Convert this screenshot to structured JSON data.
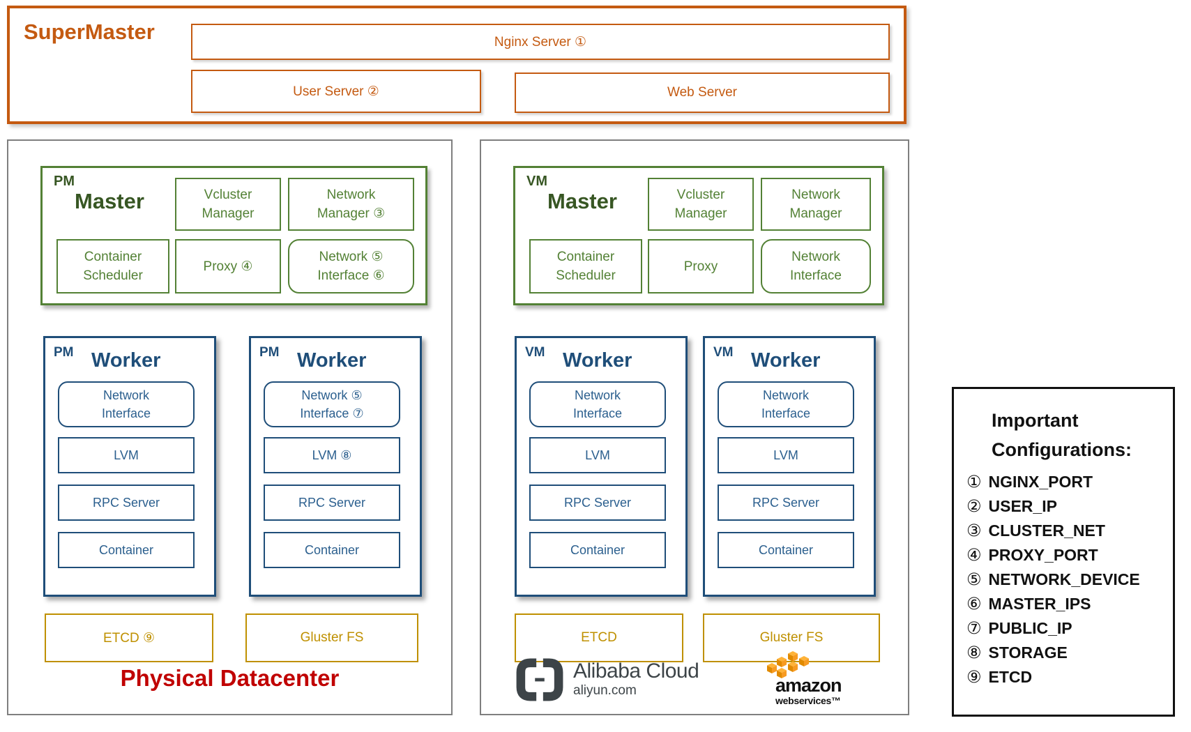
{
  "colors": {
    "orange": "#C45A11",
    "green": "#538135",
    "greendark": "#375623",
    "blue": "#1F4E79",
    "bluemid": "#2B5F8E",
    "gold": "#BF9000",
    "red": "#C00000",
    "gray": "#7F7F7F",
    "ink": "#111111",
    "ali": "#3D4448",
    "aws": "#F79B22"
  },
  "supermaster": {
    "title": "SuperMaster",
    "servers": {
      "nginx": "Nginx Server ①",
      "user": "User Server ②",
      "web": "Web Server"
    }
  },
  "pm": {
    "master": {
      "tag": "PM",
      "title": "Master",
      "vcluster": [
        "Vcluster",
        "Manager"
      ],
      "netmgr": [
        "Network",
        "Manager ③"
      ],
      "scheduler": [
        "Container",
        "Scheduler"
      ],
      "proxy": [
        "Proxy ④"
      ],
      "netif": [
        "Network ⑤",
        "Interface ⑥"
      ]
    },
    "worker1": {
      "tag": "PM",
      "title": "Worker",
      "nic": [
        "Network",
        "Interface"
      ],
      "lvm": "LVM",
      "rpc": "RPC Server",
      "container": "Container"
    },
    "worker2": {
      "tag": "PM",
      "title": "Worker",
      "nic": [
        "Network ⑤",
        "Interface ⑦"
      ],
      "lvm": "LVM ⑧",
      "rpc": "RPC Server",
      "container": "Container"
    },
    "etcd": "ETCD ⑨",
    "gluster": "Gluster FS",
    "caption": "Physical Datacenter"
  },
  "vm": {
    "master": {
      "tag": "VM",
      "title": "Master",
      "vcluster": [
        "Vcluster",
        "Manager"
      ],
      "netmgr": [
        "Network",
        "Manager"
      ],
      "scheduler": [
        "Container",
        "Scheduler"
      ],
      "proxy": [
        "Proxy"
      ],
      "netif": [
        "Network",
        "Interface"
      ]
    },
    "worker1": {
      "tag": "VM",
      "title": "Worker",
      "nic": [
        "Network",
        "Interface"
      ],
      "lvm": "LVM",
      "rpc": "RPC Server",
      "container": "Container"
    },
    "worker2": {
      "tag": "VM",
      "title": "Worker",
      "nic": [
        "Network",
        "Interface"
      ],
      "lvm": "LVM",
      "rpc": "RPC Server",
      "container": "Container"
    },
    "etcd": "ETCD",
    "gluster": "Gluster FS",
    "alibaba": {
      "name": "Alibaba Cloud",
      "domain": "aliyun.com"
    },
    "amazon": {
      "name": "amazon",
      "sub": "webservices™"
    }
  },
  "legend": {
    "title": [
      "Important",
      "Configurations:"
    ],
    "items": [
      {
        "num": "①",
        "label": "NGINX_PORT"
      },
      {
        "num": "②",
        "label": "USER_IP"
      },
      {
        "num": "③",
        "label": "CLUSTER_NET"
      },
      {
        "num": "④",
        "label": "PROXY_PORT"
      },
      {
        "num": "⑤",
        "label": "NETWORK_DEVICE"
      },
      {
        "num": "⑥",
        "label": "MASTER_IPS"
      },
      {
        "num": "⑦",
        "label": "PUBLIC_IP"
      },
      {
        "num": "⑧",
        "label": "STORAGE"
      },
      {
        "num": "⑨",
        "label": "ETCD"
      }
    ]
  }
}
